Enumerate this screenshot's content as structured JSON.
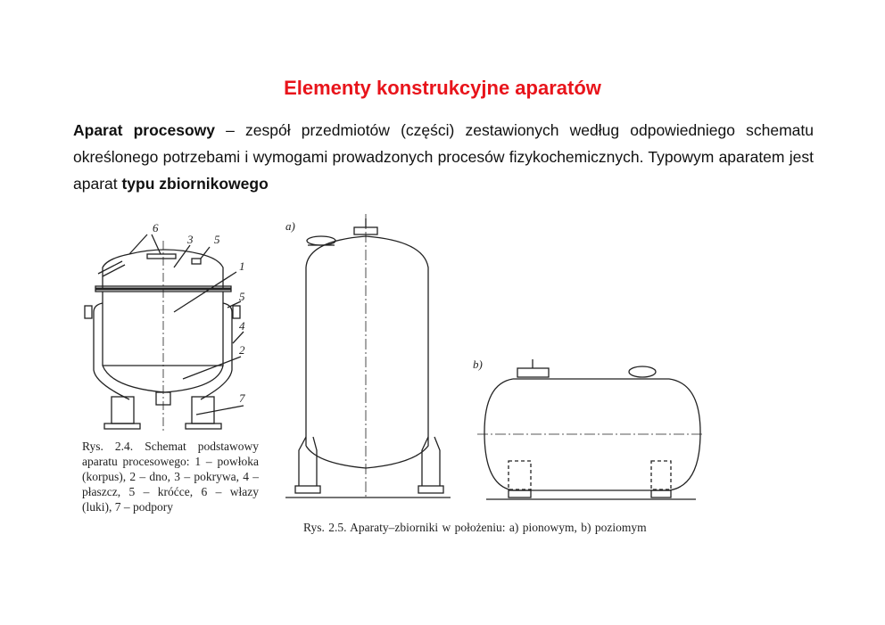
{
  "title": "Elementy konstrukcyjne aparatów",
  "paragraph": {
    "term": "Aparat procesowy",
    "definition": " – zespół przedmiotów (części) zestawionych według odpowiedniego schematu określonego potrzebami i wymogami prowadzonych procesów fizykochemicznych. Typowym aparatem jest aparat ",
    "emphasis": "typu zbiornikowego"
  },
  "figure1": {
    "labels": [
      "1",
      "2",
      "3",
      "4",
      "5",
      "5",
      "6",
      "7"
    ],
    "caption": "Rys. 2.4. Schemat podstawowy aparatu procesowego: 1 – powłoka (korpus), 2 – dno, 3 – pokrywa, 4 – płaszcz, 5 – króćce, 6 – włazy (luki), 7 – podpory"
  },
  "figure2": {
    "label_a": "a)",
    "label_b": "b)",
    "caption": "Rys. 2.5. Aparaty–zbiorniki w położeniu: a) pionowym, b) poziomym"
  }
}
